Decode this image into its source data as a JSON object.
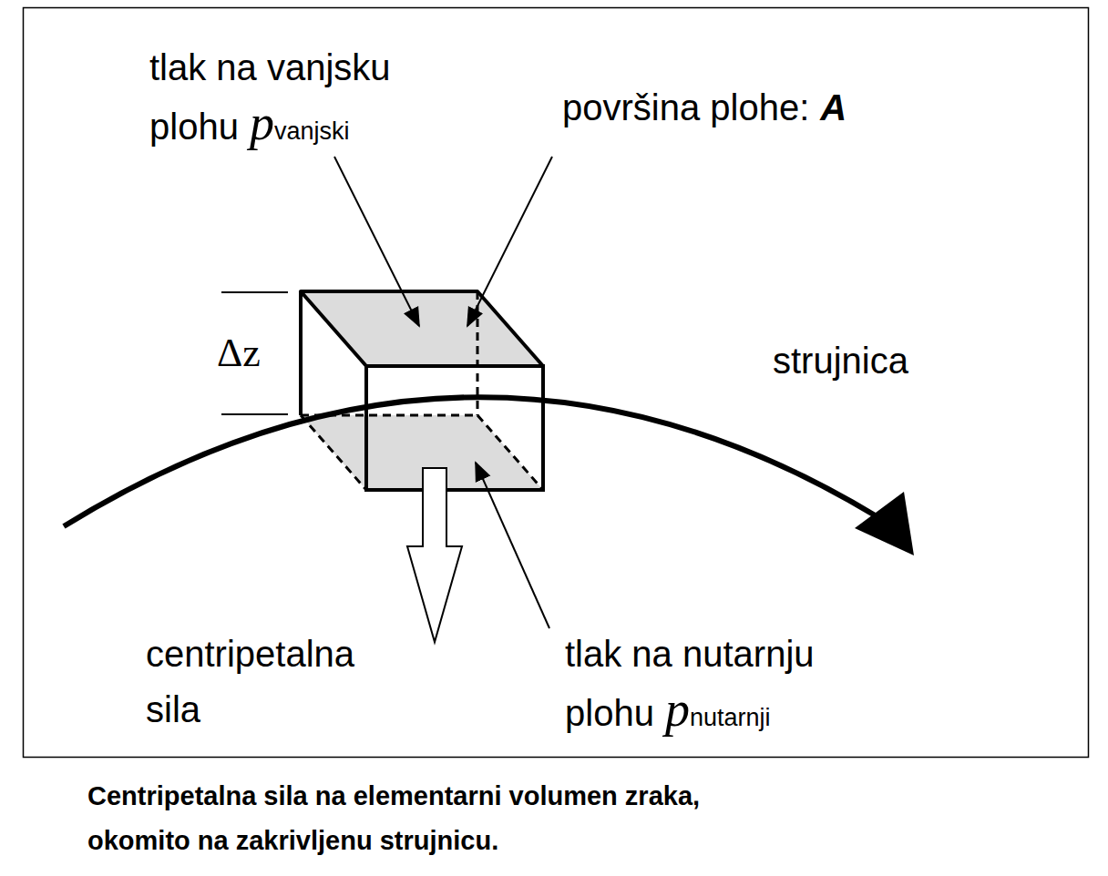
{
  "diagram": {
    "caption": "Centripetalna sila na elementarni volumen zraka, okomito na zakrivljenu strujnicu.",
    "labels": [
      "tlak na vanjsku plohu",
      "p",
      "vanjski",
      "površina plohe:",
      "A",
      "Δz",
      "strujnica",
      "centripetalna sila",
      "tlak na nutarnju plohu",
      "p",
      "nutarnji"
    ]
  }
}
